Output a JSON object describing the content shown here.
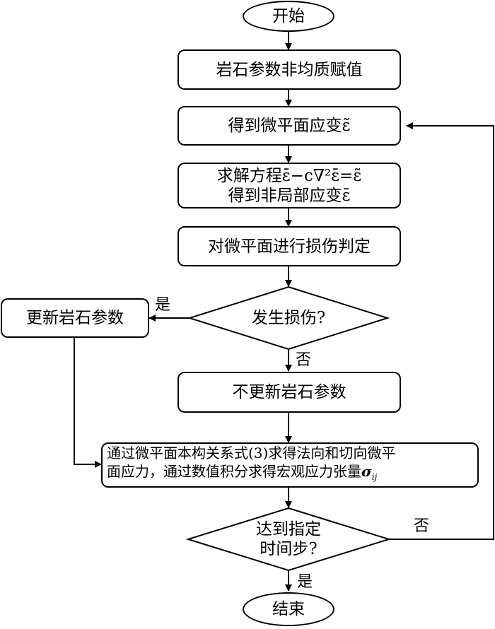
{
  "flow": {
    "start": "开始",
    "step1": "岩石参数非均质赋值",
    "step2": "得到微平面应变ε̃",
    "step3_line1": "求解方程ε̄−c∇²ε̄=ε̃",
    "step3_line2": "得到非局部应变ε̄",
    "step4": "对微平面进行损伤判定",
    "decision1": "发生损伤?",
    "yes1": "是",
    "no1": "否",
    "update": "更新岩石参数",
    "noupdate": "不更新岩石参数",
    "step6_line1": "通过微平面本构关系式(3)求得法向和切向微平",
    "step6_line2": "面应力，通过数值积分求得宏观应力张量",
    "step6_symbol": "σ",
    "step6_sub": "ij",
    "decision2_line1": "达到指定",
    "decision2_line2": "时间步?",
    "no2": "否",
    "yes2": "是",
    "end": "结束"
  }
}
